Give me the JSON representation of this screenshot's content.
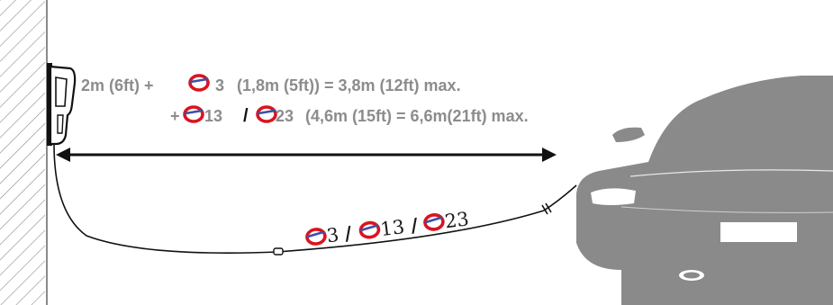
{
  "line1": {
    "prefix": "2m (6ft) +",
    "code": "3",
    "suffix": "(1,8m (5ft)) = 3,8m (12ft) max."
  },
  "line2": {
    "prefix": "+",
    "code_a": "13",
    "separator": "/",
    "code_b": "23",
    "suffix": "(4,6m (15ft) = 6,6m(21ft) max."
  },
  "cable_label": {
    "code_a": "3",
    "sep_1": "/",
    "code_b": "13",
    "sep_2": "/",
    "code_c": "23"
  },
  "icons": {
    "extension_cable": "red-ring-cable-icon"
  },
  "colors": {
    "text_gray": "#8c8c8c",
    "icon_red": "#d9141f",
    "icon_blue": "#3a52a6",
    "car_gray": "#8a8a8a",
    "line_black": "#111111"
  }
}
